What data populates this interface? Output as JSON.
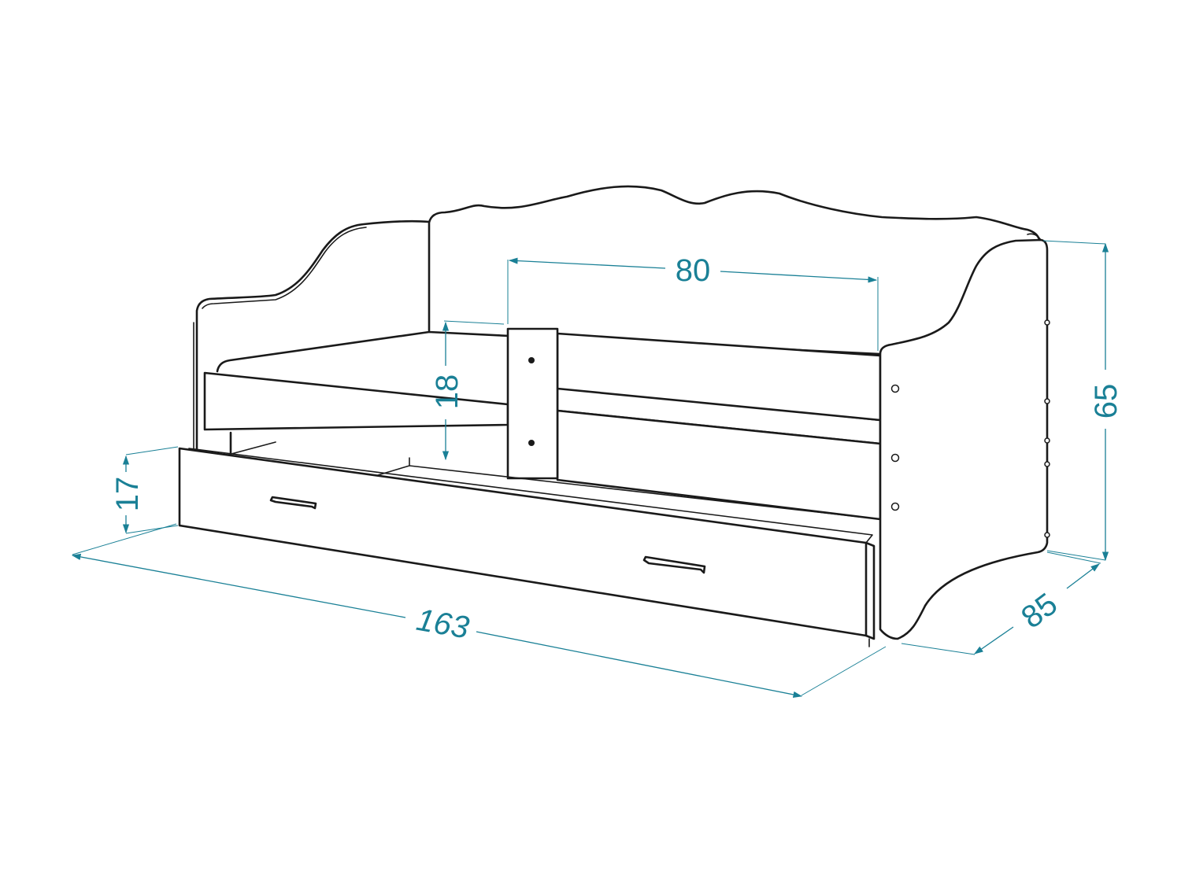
{
  "colors": {
    "outline": "#1a1a1a",
    "dimension": "#1a8096",
    "background": "#ffffff"
  },
  "dimensions": {
    "length": "163",
    "depth": "85",
    "height": "65",
    "barrier_width": "80",
    "barrier_height": "18",
    "drawer_height": "17"
  }
}
